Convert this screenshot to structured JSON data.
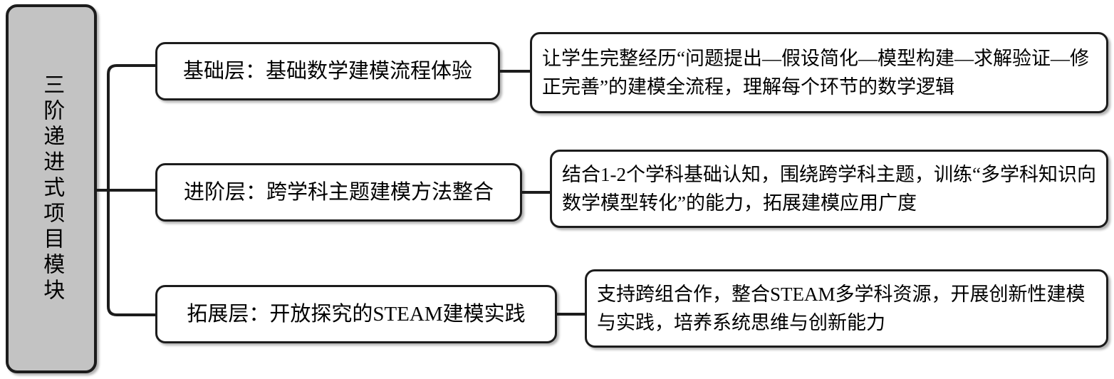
{
  "diagram": {
    "title": "三阶递进式项目模块",
    "root": {
      "label": "三阶递进式项目模块"
    },
    "colors": {
      "root_fill": "#c3c3c3",
      "box_fill": "#ffffff",
      "stroke": "#1c1c1c",
      "text": "#000000"
    },
    "branches": [
      {
        "stage": "基础层：基础数学建模流程体验",
        "detail": "让学生完整经历“问题提出—假设简化—模型构建—求解验证—修正完善”的建模全流程，理解每个环节的数学逻辑"
      },
      {
        "stage": "进阶层：跨学科主题建模方法整合",
        "detail": "结合1-2个学科基础认知，围绕跨学科主题，训练“多学科知识向数学模型转化”的能力，拓展建模应用广度"
      },
      {
        "stage": "拓展层：开放探究的STEAM建模实践",
        "detail": "支持跨组合作，整合STEAM多学科资源，开展创新性建模与实践，培养系统思维与创新能力"
      }
    ]
  }
}
